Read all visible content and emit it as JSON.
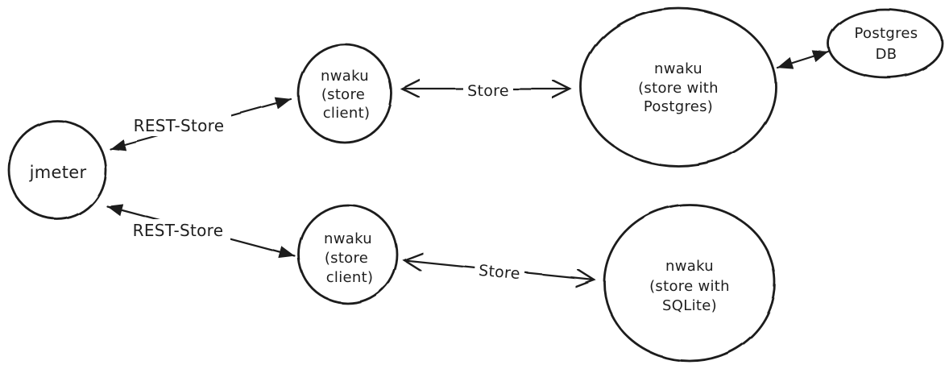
{
  "canvas": {
    "background_color": "#ffffff",
    "ink_color": "#1e1e1e"
  },
  "nodes": {
    "jmeter": {
      "lines": [
        "jmeter"
      ]
    },
    "store_client_top": {
      "lines": [
        "nwaku",
        "(store",
        "client)"
      ]
    },
    "store_with_postgres": {
      "lines": [
        "nwaku",
        "(store with",
        "Postgres)"
      ]
    },
    "postgres_db": {
      "lines": [
        "Postgres",
        "DB"
      ]
    },
    "store_client_bottom": {
      "lines": [
        "nwaku",
        "(store",
        "client)"
      ]
    },
    "store_with_sqlite": {
      "lines": [
        "nwaku",
        "(store with",
        "SQLite)"
      ]
    }
  },
  "edges": {
    "rest_store_top": {
      "label": "REST-Store"
    },
    "store_top": {
      "label": "Store"
    },
    "postgres_link": {
      "label": ""
    },
    "rest_store_bottom": {
      "label": "REST-Store"
    },
    "store_bottom": {
      "label": "Store"
    }
  }
}
